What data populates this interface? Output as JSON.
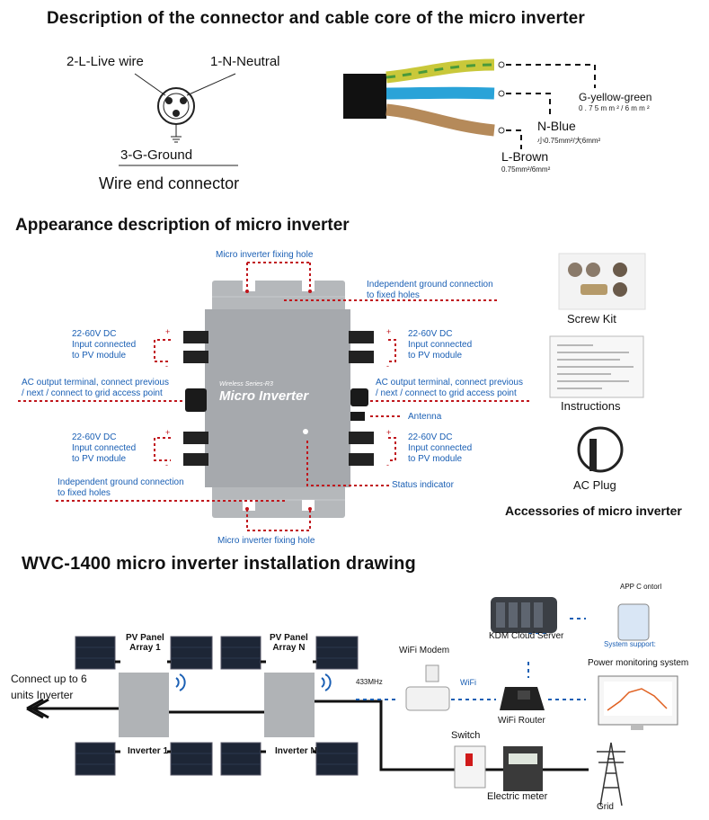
{
  "sec1": {
    "title": "Description of the connector and cable core of the micro inverter",
    "live": "2-L-Live wire",
    "neutral": "1-N-Neutral",
    "ground": "3-G-Ground",
    "wire_end": "Wire end connector",
    "g_label": "G-yellow-green",
    "g_spec": "0 . 7 5 m m ² / 6 m m ²",
    "n_label": "N-Blue",
    "n_spec": "小0.75mm²/大6mm²",
    "l_label": "L-Brown",
    "l_spec": "0.75mm²/6mm²",
    "colors": {
      "yellow_green": "#c9c83a",
      "blue": "#2aa3d8",
      "brown": "#b58a5a"
    }
  },
  "sec2": {
    "title": "Appearance description of micro inverter",
    "fixing_hole_top": "Micro inverter fixing  hole",
    "ground_top": "Independent ground connection",
    "ground_top_2": "to fixed holes",
    "dc_left_1": [
      "22-60V DC",
      "Input connected",
      "to PV module"
    ],
    "dc_right_1": [
      "22-60V DC",
      "Input connected",
      "to PV module"
    ],
    "ac_left": [
      "AC output terminal, connect previous",
      "/ next / connect to grid access  point"
    ],
    "ac_right": [
      "AC output terminal, connect previous",
      "/ next / connect to grid access  point"
    ],
    "antenna": "Antenna",
    "dc_left_2": [
      "22-60V DC",
      "Input connected",
      "to PV module"
    ],
    "dc_right_2": [
      "22-60V DC",
      "Input connected",
      "to PV module"
    ],
    "ground_bottom": "Independent ground connection",
    "ground_bottom_2": "to fixed holes",
    "status": "Status indicator",
    "fixing_hole_bottom": "Micro inverter fixing  hole",
    "device_series": "Wireless Series-R3",
    "device_name": "Micro Inverter",
    "accent": "#c0161c"
  },
  "accessories": {
    "screw": "Screw Kit",
    "instructions": "Instructions",
    "ac_plug": "AC  Plug",
    "caption": "Accessories of micro inverter"
  },
  "sec3": {
    "title": "WVC-1400 micro inverter installation drawing",
    "array1": [
      "PV Panel",
      "Array 1"
    ],
    "arrayN": [
      "PV Panel",
      "Array N"
    ],
    "inv1": "Inverter 1",
    "invN": "Inverter N",
    "connect": [
      "Connect up to 6",
      "units Inverter"
    ],
    "freq": "433MHz",
    "modem": "WiFi Modem",
    "wifi": "WiFi",
    "router": "WiFi Router",
    "cloud": "KDM Cloud Server",
    "app": "APP C ontorl",
    "sys_support": "System  support:",
    "power_monitor": "Power monitoring system",
    "switch": "Switch",
    "meter": "Electric meter",
    "grid": "Grid"
  }
}
